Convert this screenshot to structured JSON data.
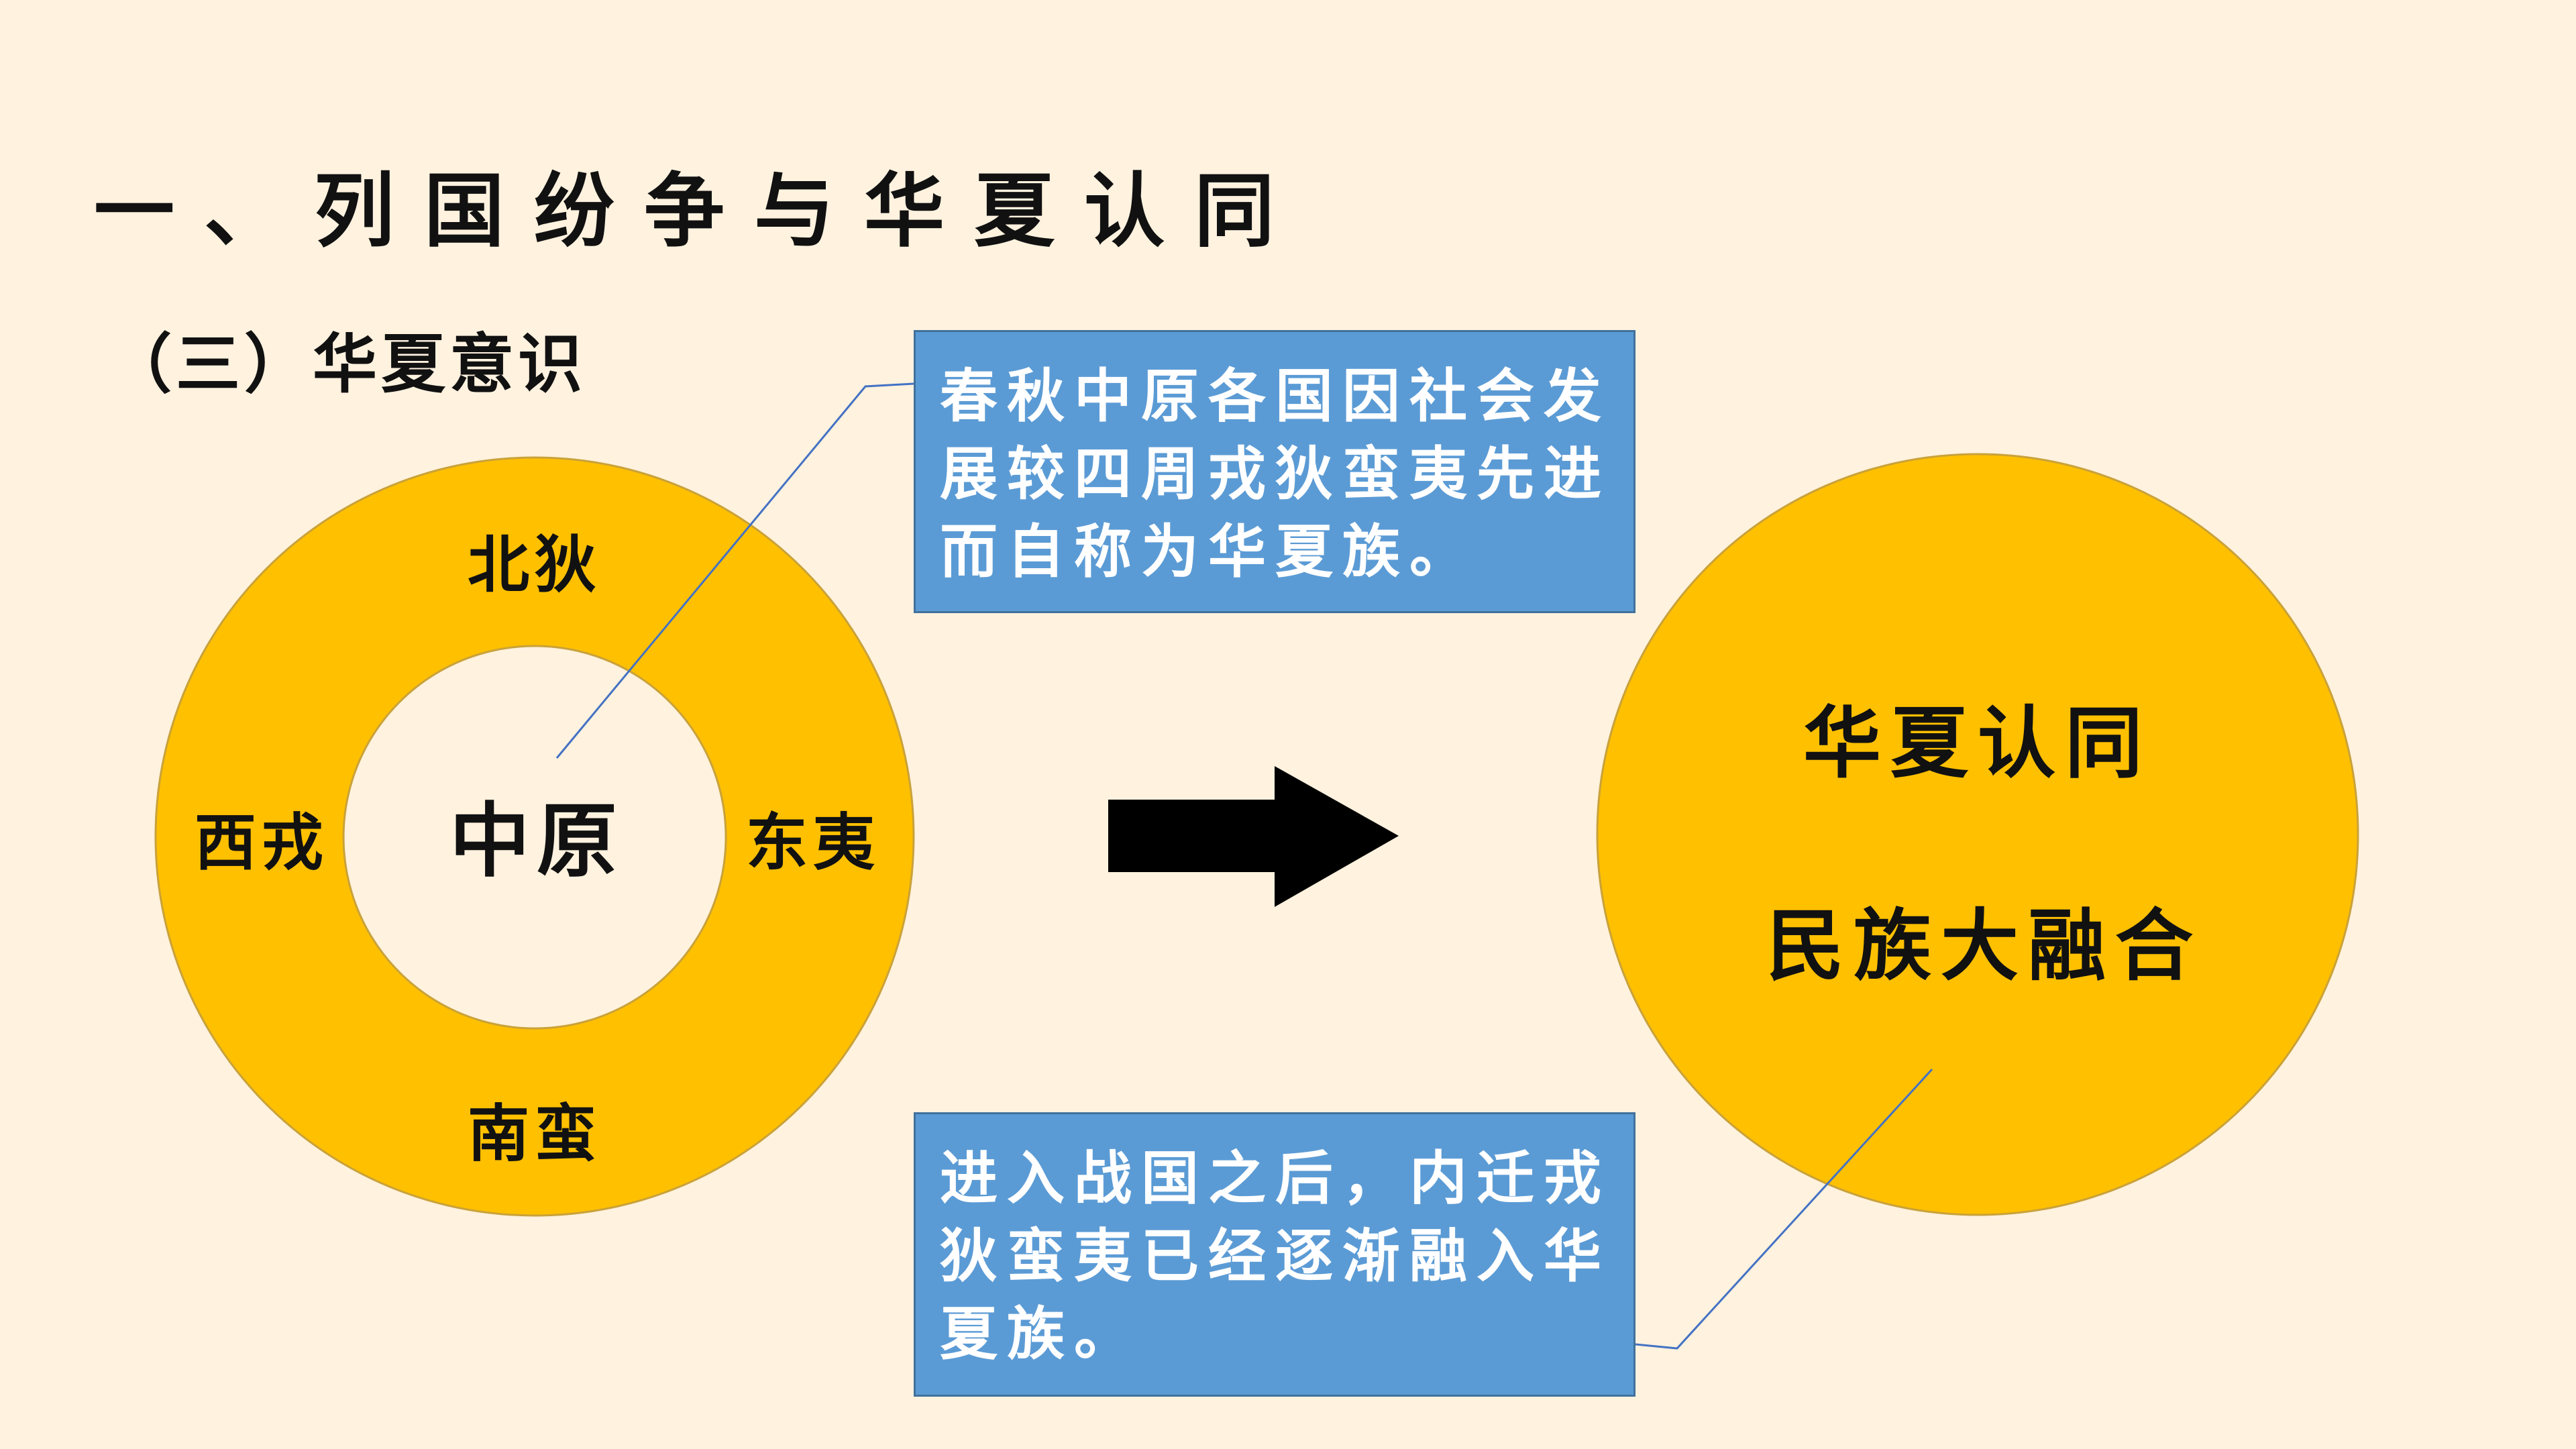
{
  "title": "一、列国纷争与华夏认同",
  "subtitle": "（三）华夏意识",
  "ring": {
    "north": "北狄",
    "west": "西戎",
    "east": "东夷",
    "south": "南蛮",
    "center": "中原"
  },
  "result_circle": {
    "line1": "华夏认同",
    "line2": "民族大融合"
  },
  "callouts": {
    "top": "春秋中原各国因社会发展较四周戎狄蛮夷先进而自称为华夏族。",
    "bottom": "进入战国之后，内迁戎狄蛮夷已经逐渐融入华夏族。"
  },
  "colors": {
    "background": "#fff2df",
    "gold": "#ffc000",
    "callout_fill": "#5b9bd5",
    "arrow": "#000000"
  }
}
